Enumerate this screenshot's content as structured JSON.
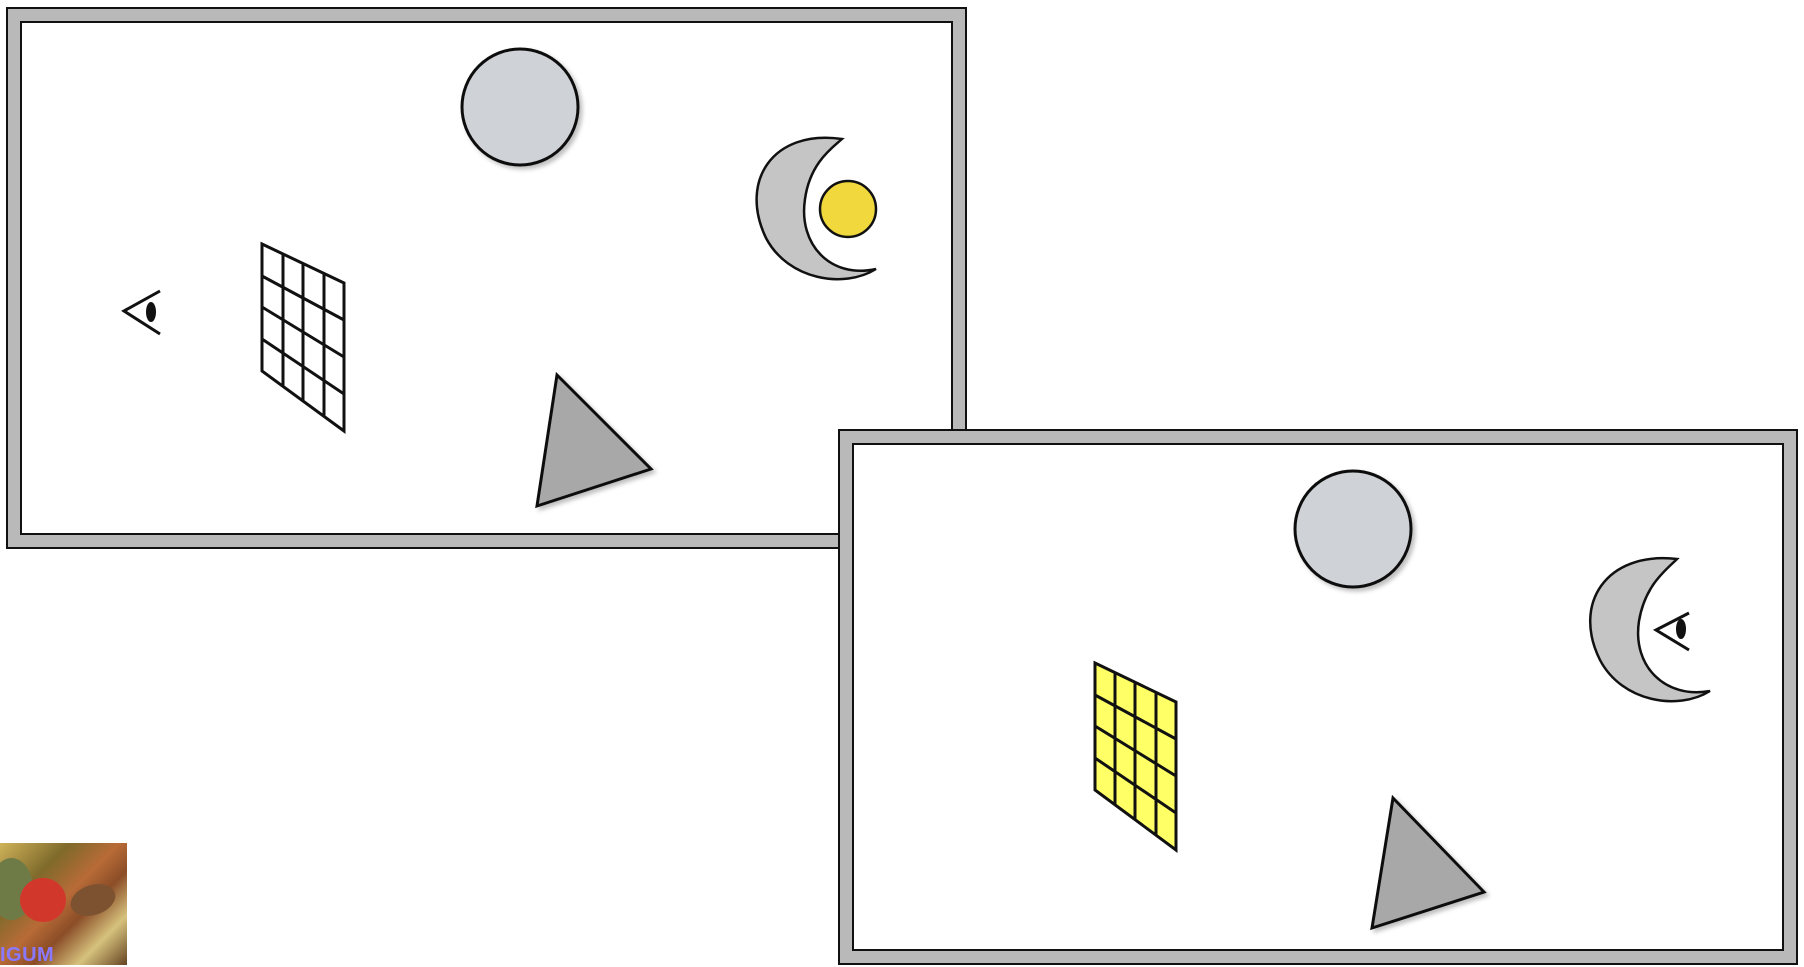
{
  "scenes": [
    {
      "id": "top",
      "frame_color": "#b9b9b9",
      "shapes": [
        "sun-circle",
        "crescent-moon",
        "yellow-small-sun",
        "eye-icon",
        "grid-screen",
        "triangle"
      ]
    },
    {
      "id": "bottom",
      "frame_color": "#b9b9b9",
      "shapes": [
        "sun-circle",
        "crescent-moon",
        "eye-icon",
        "yellow-grid-screen",
        "triangle"
      ]
    }
  ],
  "colors": {
    "gray_fill": "#cfd2d6",
    "triangle_fill": "#a8a8a8",
    "yellow": "#f1d93d",
    "grid_yellow": "#ffff66",
    "stroke": "#111111"
  },
  "logo": {
    "text": "IGUM"
  }
}
